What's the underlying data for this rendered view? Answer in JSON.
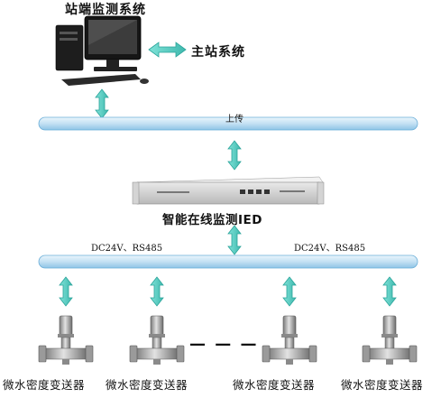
{
  "labels": {
    "station_system": "站端监测系统",
    "master_system": "主站系统",
    "upload_bus": "上传",
    "ied_device": "智能在线监测IED",
    "power_bus_left": "DC24V、RS485",
    "power_bus_right": "DC24V、RS485",
    "ellipsis": "— — —",
    "sensors": [
      "微水密度变送器",
      "微水密度变送器",
      "微水密度变送器",
      "微水密度变送器"
    ]
  },
  "icons": [
    "computer-icon",
    "ied-device-icon",
    "sensor-icon",
    "double-arrow-icon"
  ],
  "colors": {
    "bus": "#cfe6f5",
    "bus_edge": "#5aa6d6",
    "arrow": "#5fd0c6",
    "arrow_edge": "#2aa49a"
  }
}
